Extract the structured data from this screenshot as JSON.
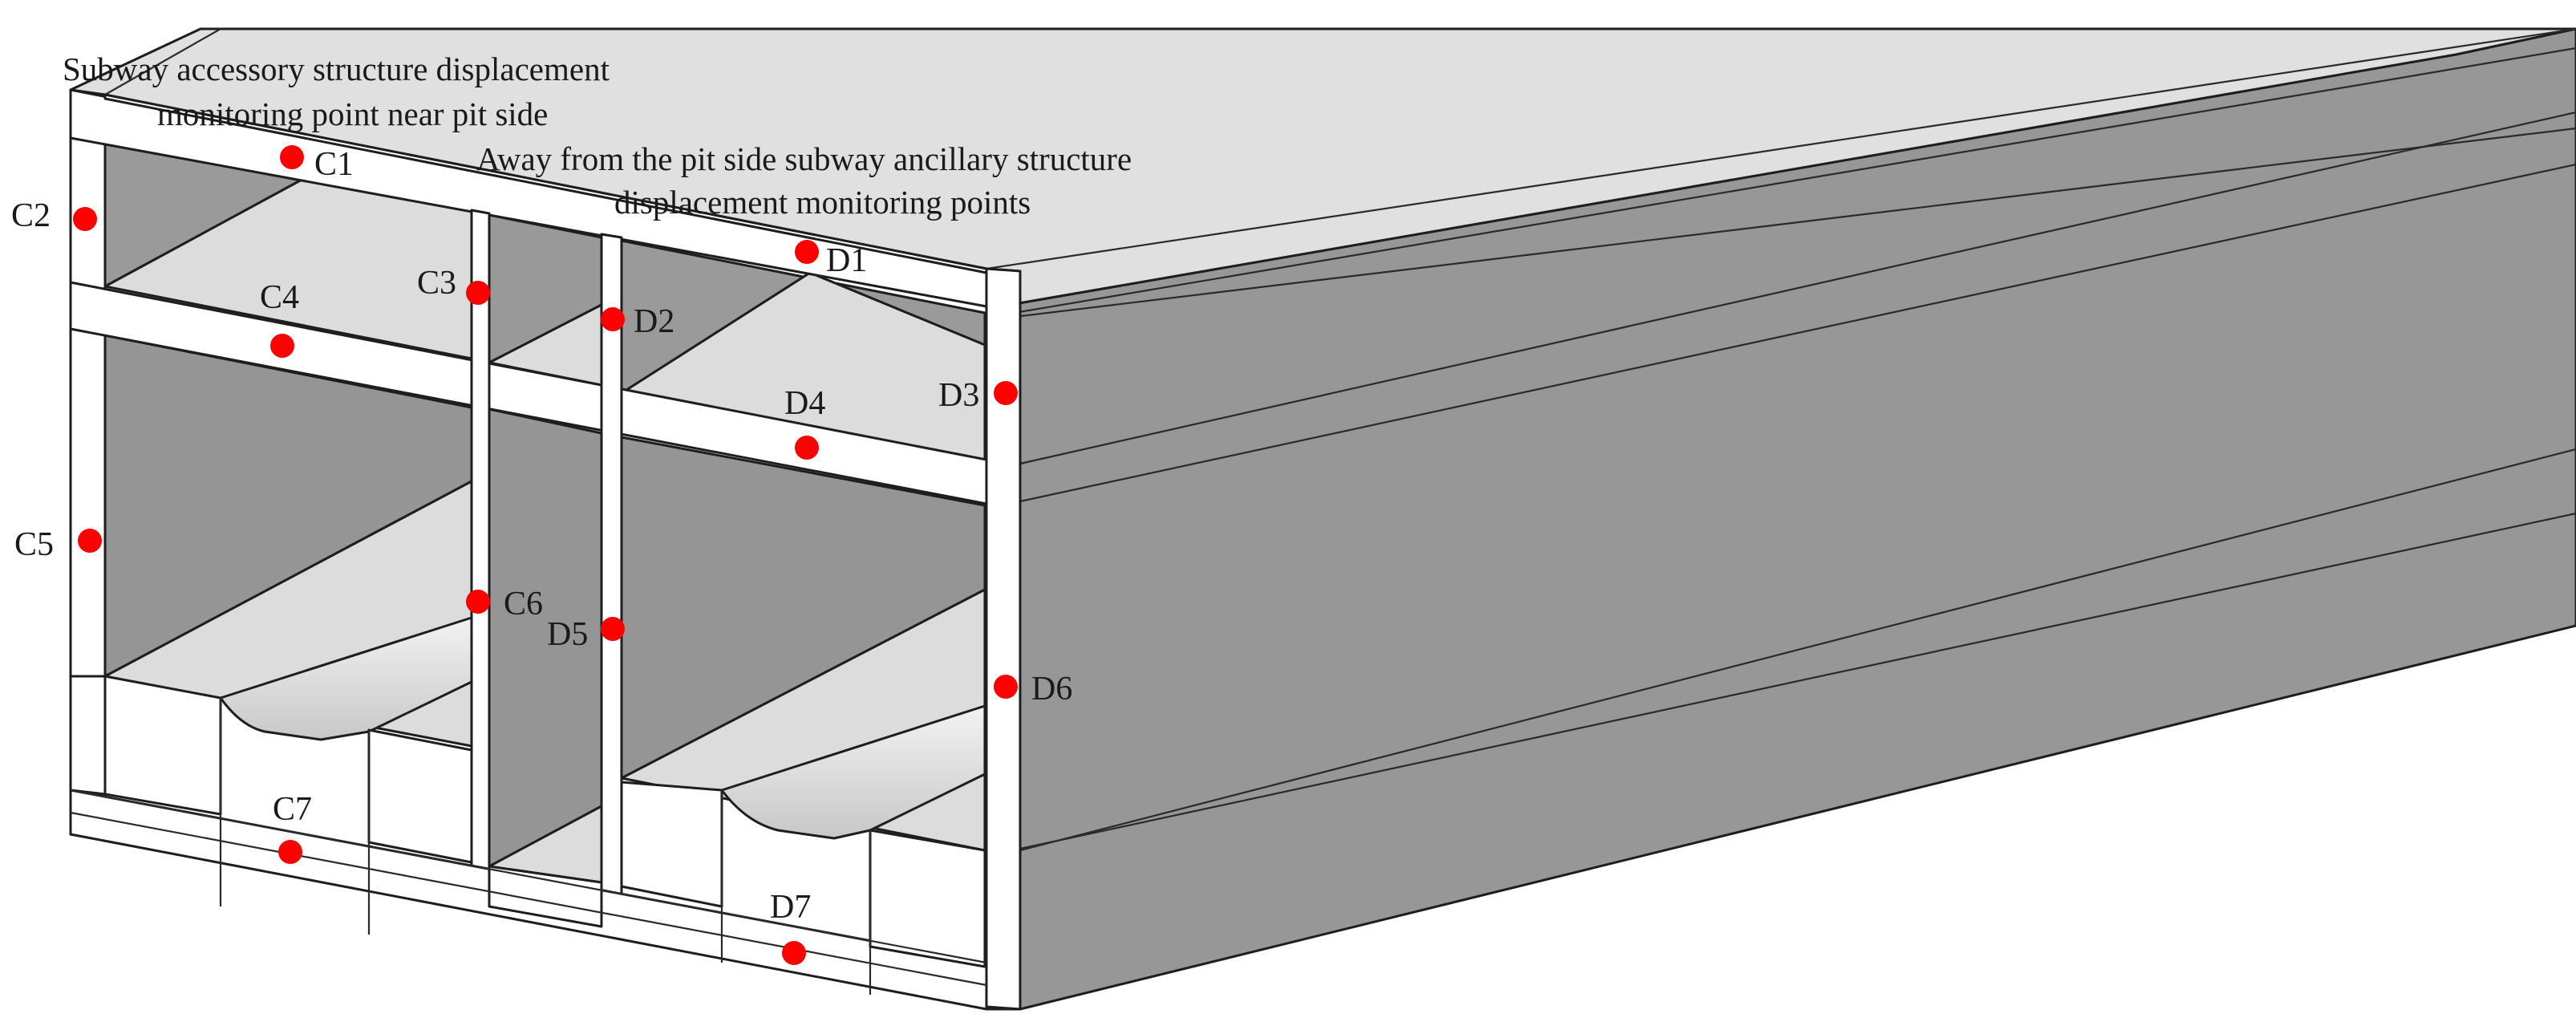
{
  "captions": {
    "near_side_line1": "Subway accessory structure displacement",
    "near_side_line2": "monitoring point near pit side",
    "far_side_line1": "Away from the pit side subway ancillary structure",
    "far_side_line2": "displacement monitoring points"
  },
  "points": [
    {
      "id": "C1",
      "label": "C1"
    },
    {
      "id": "C2",
      "label": "C2"
    },
    {
      "id": "C3",
      "label": "C3"
    },
    {
      "id": "C4",
      "label": "C4"
    },
    {
      "id": "C5",
      "label": "C5"
    },
    {
      "id": "C6",
      "label": "C6"
    },
    {
      "id": "C7",
      "label": "C7"
    },
    {
      "id": "D1",
      "label": "D1"
    },
    {
      "id": "D2",
      "label": "D2"
    },
    {
      "id": "D3",
      "label": "D3"
    },
    {
      "id": "D4",
      "label": "D4"
    },
    {
      "id": "D5",
      "label": "D5"
    },
    {
      "id": "D6",
      "label": "D6"
    },
    {
      "id": "D7",
      "label": "D7"
    }
  ],
  "colors": {
    "marker": "#ff0000",
    "dark_face": "#949494",
    "light_face": "#dddddd",
    "section": "#ffffff"
  }
}
